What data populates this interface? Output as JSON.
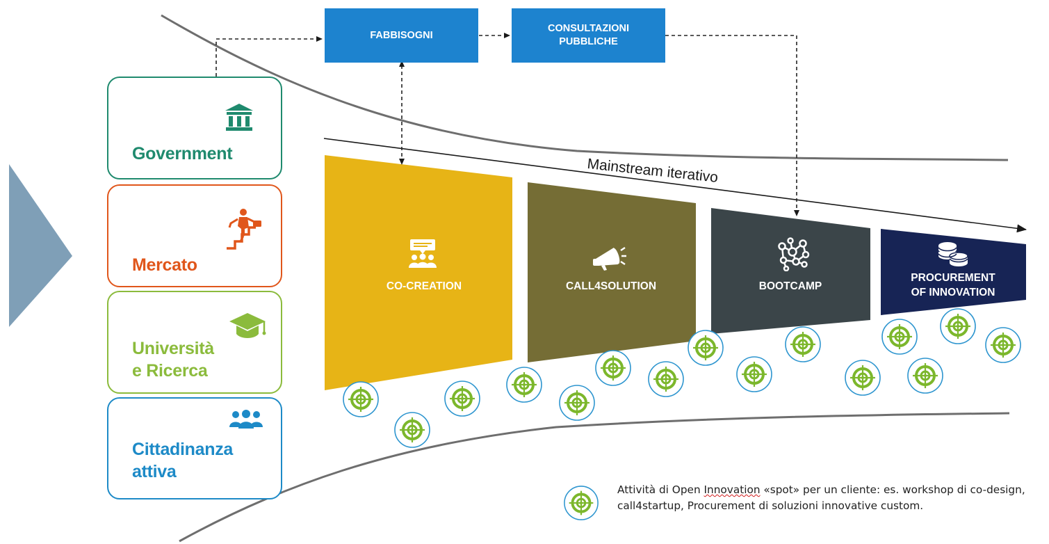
{
  "colors": {
    "government": "#1f8a6e",
    "mercato": "#e0561b",
    "universita": "#8bbb3c",
    "cittadinanza": "#1d8ac7",
    "header_box": "#1d83cf",
    "co_creation": "#e7b416",
    "call4solution": "#756d35",
    "bootcamp": "#3b4549",
    "procurement": "#172455",
    "big_arrow": "#7f9fb7",
    "spot_ring": "#2d95cf",
    "spot_target": "#7cb72c"
  },
  "stakeholders": [
    {
      "id": "government",
      "label": "Government",
      "icon": "government-building-icon"
    },
    {
      "id": "mercato",
      "label": "Mercato",
      "icon": "business-person-climbing-icon"
    },
    {
      "id": "universita",
      "label": "Università\ne Ricerca",
      "icon": "graduation-cap-icon"
    },
    {
      "id": "cittadinanza",
      "label": "Cittadinanza\nattiva",
      "icon": "people-group-icon"
    }
  ],
  "header_boxes": [
    {
      "id": "fabbisogni",
      "label": "FABBISOGNI"
    },
    {
      "id": "consultazioni",
      "label": "CONSULTAZIONI\nPUBBLICHE"
    }
  ],
  "mainstream_label": "Mainstream iterativo",
  "phases": [
    {
      "id": "co-creation",
      "label": "CO-CREATION",
      "icon": "co-creation-meeting-icon"
    },
    {
      "id": "call4solution",
      "label": "CALL4SOLUTION",
      "icon": "megaphone-icon"
    },
    {
      "id": "bootcamp",
      "label": "BOOTCAMP",
      "icon": "network-nodes-icon"
    },
    {
      "id": "procurement",
      "label": "PROCUREMENT\nOF INNOVATION",
      "icon": "coins-stack-icon"
    }
  ],
  "spot_icon": "target-icon",
  "legend": {
    "icon": "target-icon",
    "text_before": "Attività di Open ",
    "text_underlined": "Innovation",
    "text_after": " «spot» per un cliente: es. workshop di co-design, call4startup, Procurement di soluzioni innovative custom."
  }
}
